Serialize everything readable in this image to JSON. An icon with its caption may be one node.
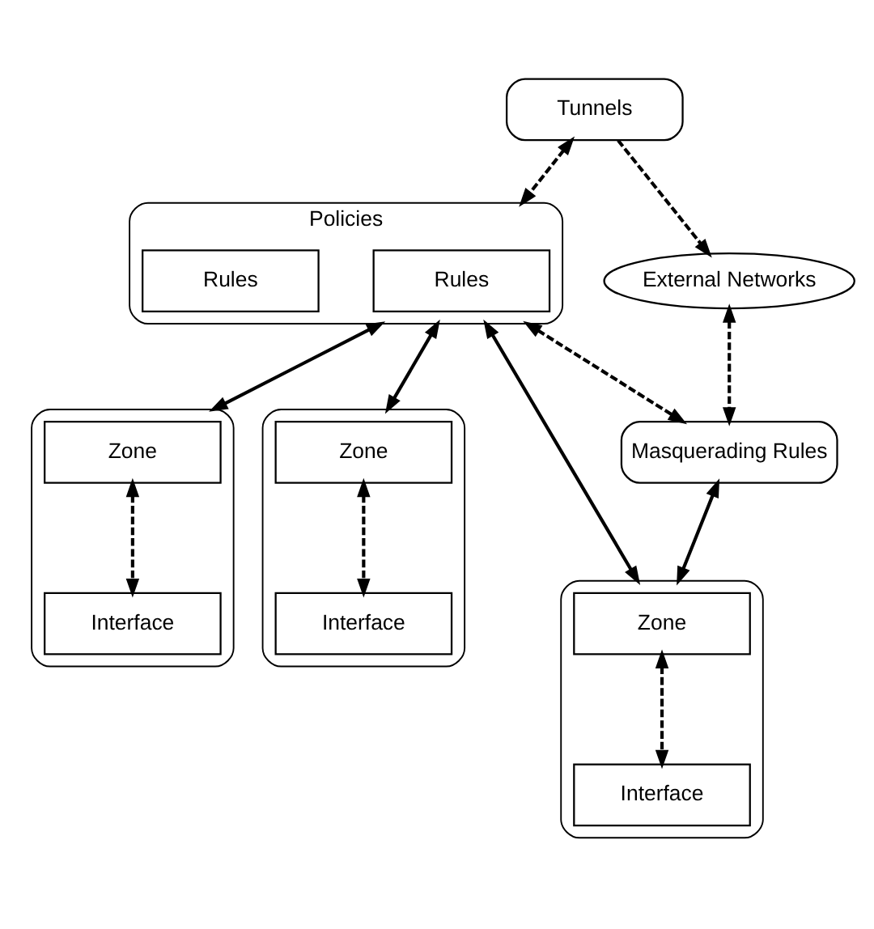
{
  "diagram": {
    "nodes": [
      {
        "text": [
          "Tunnels"
        ]
      },
      {
        "text": [
          "External Networks"
        ]
      },
      {
        "text": [
          "Policies"
        ]
      },
      {
        "text": [
          "Rules"
        ],
        "in": 2
      },
      {
        "text": [
          "Rules"
        ],
        "in": 2
      },
      {
        "text": [
          "Masquerading Rules"
        ]
      },
      {
        "text": [],
        "shape": "box"
      },
      {
        "text": [
          "Zone"
        ],
        "in": 6
      },
      {
        "text": [
          "Interface"
        ],
        "in": 6
      },
      {
        "text": [],
        "shape": "box"
      },
      {
        "text": [
          "Zone"
        ],
        "in": 9
      },
      {
        "text": [
          "Interface"
        ],
        "in": 9
      },
      {
        "text": [],
        "shape": "box"
      },
      {
        "text": [
          "Zone"
        ],
        "in": 12
      },
      {
        "text": [
          "Interface"
        ],
        "in": 12
      }
    ],
    "edges": [
      {
        "from": 0,
        "to": 2,
        "arrow": "both",
        "style": "dashed"
      },
      {
        "from": 0,
        "to": 1,
        "arrow": "to",
        "style": "dashed"
      },
      {
        "from": 1,
        "to": 5,
        "arrow": "both",
        "style": "dashed"
      },
      {
        "from": 2,
        "to": 5,
        "arrow": "both",
        "style": "dashed"
      },
      {
        "from": 2,
        "to": 6,
        "arrow": "both"
      },
      {
        "from": 2,
        "to": 9,
        "arrow": "both"
      },
      {
        "from": 2,
        "to": 12,
        "arrow": "both"
      },
      {
        "from": 5,
        "to": 12,
        "arrow": "both"
      },
      {
        "from": 7,
        "to": 8,
        "arrow": "both",
        "style": "dashed"
      },
      {
        "from": 10,
        "to": 11,
        "arrow": "both",
        "style": "dashed"
      },
      {
        "from": 13,
        "to": 14,
        "arrow": "both",
        "style": "dashed"
      }
    ]
  }
}
